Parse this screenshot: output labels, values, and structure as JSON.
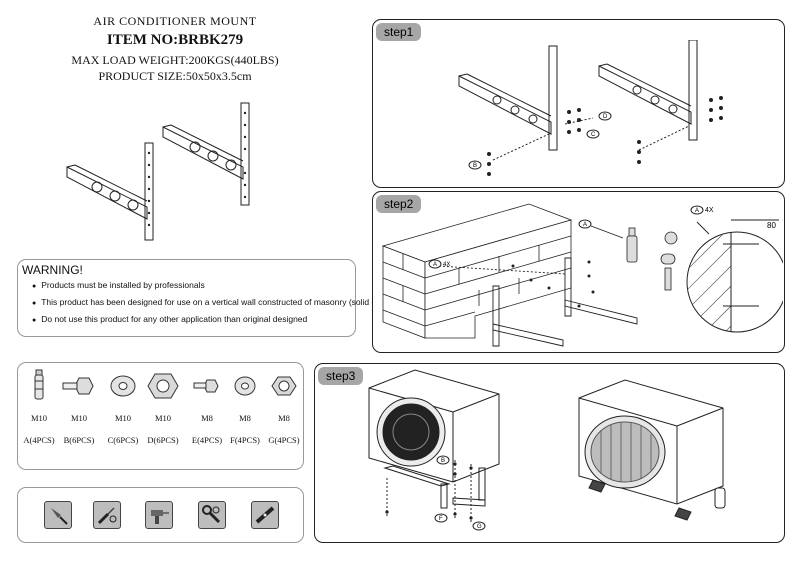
{
  "header": {
    "title": "AIR CONDITIONER MOUNT",
    "item_no": "ITEM NO:BRBK279",
    "max_load": "MAX LOAD WEIGHT:200KGS(440LBS)",
    "product_size": "PRODUCT SIZE:50x50x3.5cm"
  },
  "warning": {
    "title": "WARNING!",
    "items": [
      "Products must be installed by professionals",
      "This product has been designed for use on a vertical wall constructed of masonry (solid concrete)",
      "Do not use this product for any other application than original designed"
    ]
  },
  "steps": {
    "step1": "step1",
    "step2": "step2",
    "step3": "step3"
  },
  "step1_callouts": [
    "B",
    "D",
    "C"
  ],
  "step2_callouts": {
    "a_left": "A",
    "qty_left": "4X",
    "a_mid": "A",
    "a_right": "A",
    "qty_right": "4X",
    "dim": "80"
  },
  "step3_callouts": [
    "B",
    "F",
    "G"
  ],
  "parts": [
    {
      "size": "M10",
      "qty": "A(4PCS)",
      "icon": "anchor-bolt-icon"
    },
    {
      "size": "M10",
      "qty": "B(6PCS)",
      "icon": "hex-bolt-icon"
    },
    {
      "size": "M10",
      "qty": "C(6PCS)",
      "icon": "flat-washer-icon"
    },
    {
      "size": "M10",
      "qty": "D(6PCS)",
      "icon": "hex-nut-icon"
    },
    {
      "size": "M8",
      "qty": "E(4PCS)",
      "icon": "hex-bolt-icon"
    },
    {
      "size": "M8",
      "qty": "F(4PCS)",
      "icon": "flat-washer-icon"
    },
    {
      "size": "M8",
      "qty": "G(4PCS)",
      "icon": "hex-nut-icon"
    }
  ],
  "tools": [
    "drill-icon",
    "screwdriver-icon",
    "hammer-drill-icon",
    "wrench-icon",
    "level-icon"
  ]
}
